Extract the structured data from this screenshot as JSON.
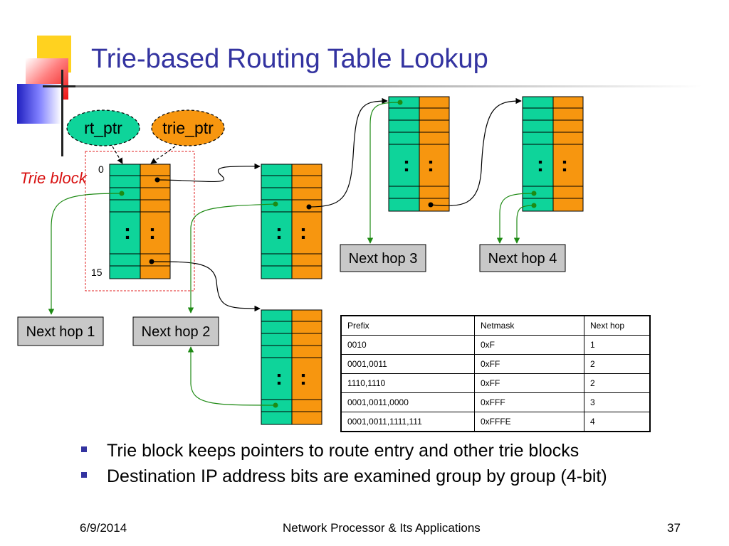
{
  "slide": {
    "title": "Trie-based Routing Table Lookup",
    "date": "6/9/2014",
    "footer_center": "Network Processor & Its Applications",
    "page_number": "37"
  },
  "diagram": {
    "pointers": {
      "rt_ptr": "rt_ptr",
      "trie_ptr": "trie_ptr"
    },
    "trie_block_label": "Trie block",
    "index_first": "0",
    "index_last": "15",
    "ellipsis": ":",
    "next_hops": [
      "Next hop 1",
      "Next hop 2",
      "Next hop 3",
      "Next hop 4"
    ],
    "colors": {
      "rt_column": "#0ed49a",
      "trie_column": "#f7960f",
      "pointer_arrow": "#000000",
      "route_arrow": "#1e8a14",
      "trie_block_border": "#e02020",
      "slide_title": "#3333a0"
    }
  },
  "table": {
    "headers": [
      "Prefix",
      "Netmask",
      "Next hop"
    ],
    "rows": [
      [
        "0010",
        "0xF",
        "1"
      ],
      [
        "0001,0011",
        "0xFF",
        "2"
      ],
      [
        "1110,1110",
        "0xFF",
        "2"
      ],
      [
        "0001,0011,0000",
        "0xFFF",
        "3"
      ],
      [
        "0001,0011,1111,111",
        "0xFFFE",
        "4"
      ]
    ]
  },
  "bullets": [
    "Trie block keeps pointers to route entry and other trie blocks",
    "Destination IP address bits are examined group by group (4-bit)"
  ]
}
